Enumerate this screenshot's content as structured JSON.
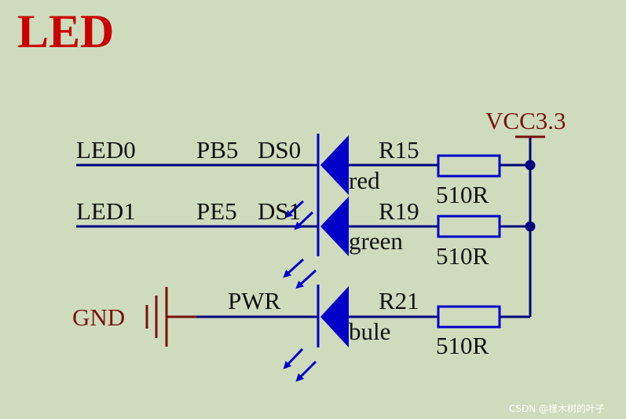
{
  "title": "LED",
  "power": {
    "vcc_label": "VCC3.3",
    "gnd_label": "GND"
  },
  "rows": [
    {
      "net": "LED0",
      "pin": "PB5",
      "designator": "DS0",
      "color_label": "red",
      "resistor": "R15",
      "resistor_value": "510R"
    },
    {
      "net": "LED1",
      "pin": "PE5",
      "designator": "DS1",
      "color_label": "green",
      "resistor": "R19",
      "resistor_value": "510R"
    },
    {
      "net": "",
      "pin": "PWR",
      "designator": "",
      "color_label": "bule",
      "resistor": "R21",
      "resistor_value": "510R"
    }
  ],
  "watermark": "CSDN @樣木树的叶子",
  "colors": {
    "background": "#cedcbd",
    "wire": "#000080",
    "component": "#0000c8",
    "title": "#c80000",
    "power_symbol": "#7a1010"
  }
}
